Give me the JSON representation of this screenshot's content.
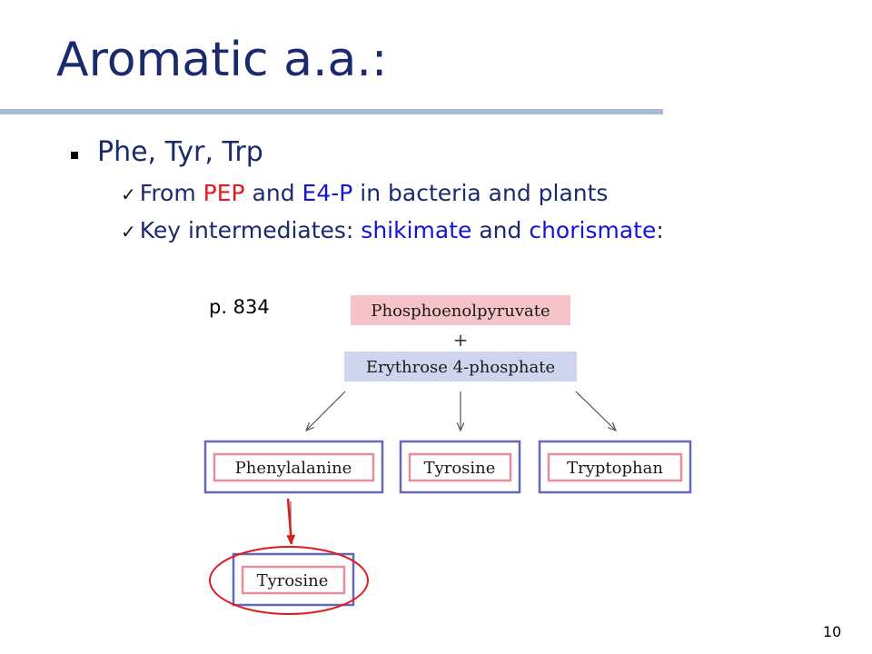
{
  "title": "Aromatic a.a.:",
  "bullets": {
    "main": "Phe, Tyr, Trp",
    "sub1": {
      "check": "✓",
      "p1": "From ",
      "pep": "PEP",
      "p2": " and ",
      "e4p": "E4-P",
      "p3": " in bacteria and plants"
    },
    "sub2": {
      "check": "✓",
      "p1": "Key intermediates: ",
      "shikimate": "shikimate",
      "p2": " and ",
      "chorismate": "chorismate",
      "p3": ":"
    }
  },
  "page_ref": "p. 834",
  "diagram": {
    "top1": "Phosphoenolpyruvate",
    "plus": "+",
    "top2": "Erythrose 4-phosphate",
    "out1": "Phenylalanine",
    "out2": "Tyrosine",
    "out3": "Tryptophan",
    "final": "Tyrosine"
  },
  "colors": {
    "title": "#1a2a6c",
    "highlight_red": "#e8181b",
    "highlight_blue": "#1414d8",
    "pink_fill": "#f5c3c8",
    "lavender_fill": "#cfd5ef",
    "box_blue": "#6468b8",
    "box_pink": "#e88e9a"
  },
  "slide_number": "10"
}
